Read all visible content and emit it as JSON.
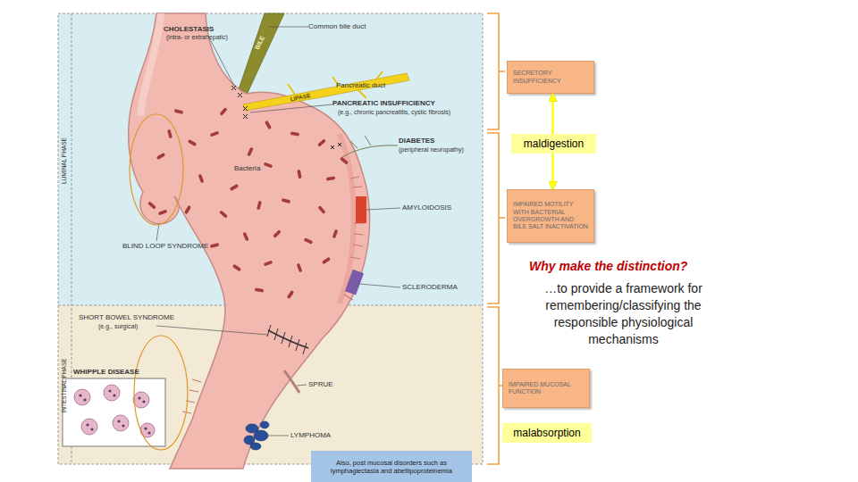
{
  "diagram": {
    "nodes": [
      {
        "text": [
          "SECRETORY INSUFFICIENCY"
        ]
      },
      {
        "text": [
          "maldigestion"
        ]
      },
      {
        "text": [
          "IMPAIRED MOTILITY WITH BACTERIAL OVERGROWTH AND BILE SALT INACTIVATION"
        ]
      },
      {
        "text": [
          "IMPAIRED MUCOSAL FUNCTION"
        ]
      },
      {
        "text": [
          "malabsorption"
        ]
      },
      {
        "text": [
          "Also, post mucosal disorders such as lymphagiectasia and abetlipoproteinemia"
        ]
      }
    ],
    "edges": [
      {
        "from": 1,
        "to": 0,
        "arrow": "to"
      },
      {
        "from": 1,
        "to": 2,
        "arrow": "to"
      }
    ],
    "labels": [
      "CHOLESTASIS",
      "(intra- or extrahepatic)",
      "Common bile duct",
      "BILE",
      "Pancreatic duct",
      "LIPASE",
      "PANCREATIC INSUFFICIENCY",
      "(e.g., chronic pancreatitis, cystic fibrosis)",
      "DIABETES",
      "(peripheral neuropathy)",
      "Bacteria",
      "AMYLOIDOSIS",
      "BLIND LOOP SYNDROME",
      "SCLERODERMA",
      "LUMINAL PHASE",
      "SHORT BOWEL SYNDROME",
      "(e.g., surgical)",
      "WHIPPLE DISEASE",
      "SPRUE",
      "LYMPHOMA",
      "INTESTINAL PHASE",
      "Why make the distinction?",
      "…to provide a framework for remembering/classifying the responsible physiological mechanisms"
    ]
  }
}
